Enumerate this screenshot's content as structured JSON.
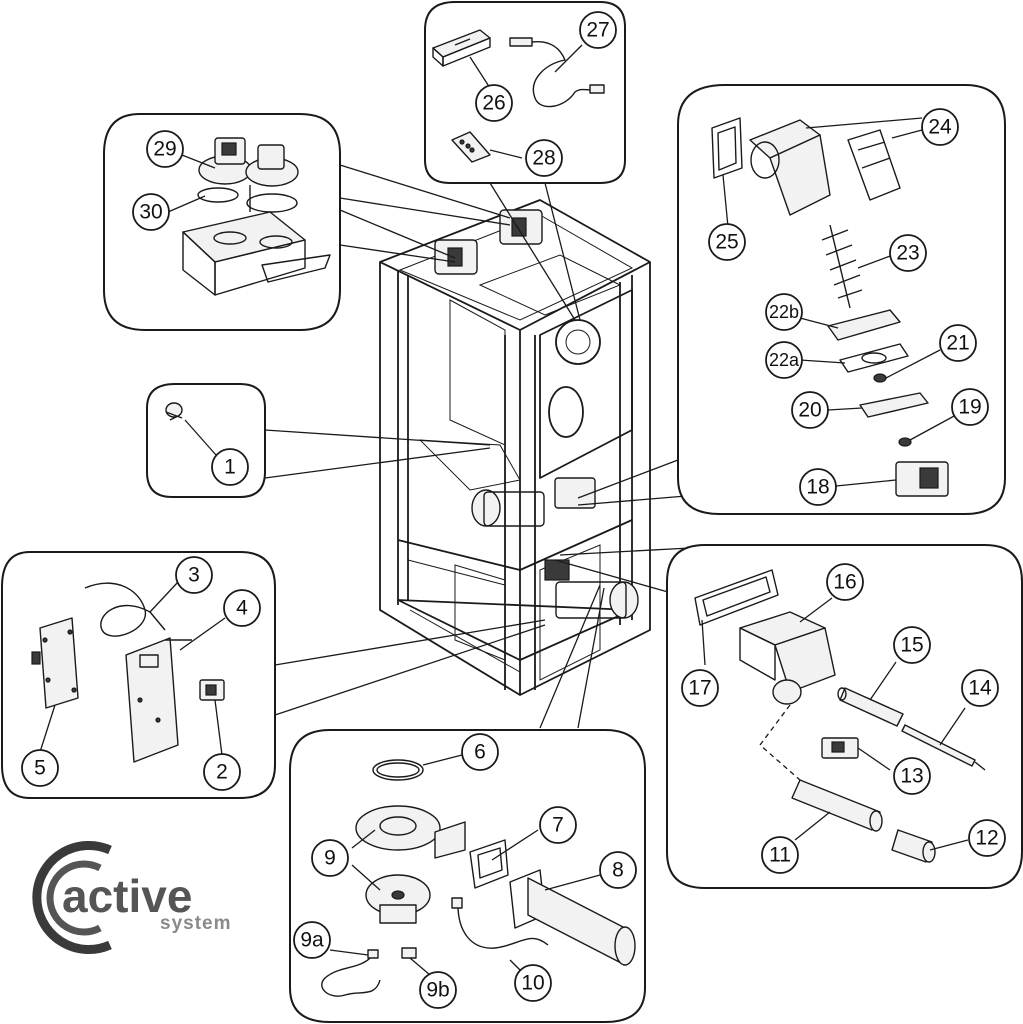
{
  "callouts": [
    {
      "id": "c1",
      "label": "1"
    },
    {
      "id": "c2",
      "label": "2"
    },
    {
      "id": "c3",
      "label": "3"
    },
    {
      "id": "c4",
      "label": "4"
    },
    {
      "id": "c5",
      "label": "5"
    },
    {
      "id": "c6",
      "label": "6"
    },
    {
      "id": "c7",
      "label": "7"
    },
    {
      "id": "c8",
      "label": "8"
    },
    {
      "id": "c9",
      "label": "9"
    },
    {
      "id": "c9a",
      "label": "9a"
    },
    {
      "id": "c9b",
      "label": "9b"
    },
    {
      "id": "c10",
      "label": "10"
    },
    {
      "id": "c11",
      "label": "11"
    },
    {
      "id": "c12",
      "label": "12"
    },
    {
      "id": "c13",
      "label": "13"
    },
    {
      "id": "c14",
      "label": "14"
    },
    {
      "id": "c15",
      "label": "15"
    },
    {
      "id": "c16",
      "label": "16"
    },
    {
      "id": "c17",
      "label": "17"
    },
    {
      "id": "c18",
      "label": "18"
    },
    {
      "id": "c19",
      "label": "19"
    },
    {
      "id": "c20",
      "label": "20"
    },
    {
      "id": "c21",
      "label": "21"
    },
    {
      "id": "c22a",
      "label": "22a"
    },
    {
      "id": "c22b",
      "label": "22b"
    },
    {
      "id": "c23",
      "label": "23"
    },
    {
      "id": "c24",
      "label": "24"
    },
    {
      "id": "c25",
      "label": "25"
    },
    {
      "id": "c26",
      "label": "26"
    },
    {
      "id": "c27",
      "label": "27"
    },
    {
      "id": "c28",
      "label": "28"
    },
    {
      "id": "c29",
      "label": "29"
    },
    {
      "id": "c30",
      "label": "30"
    }
  ],
  "logo": {
    "word": "active",
    "sub": "system"
  },
  "colors": {
    "line": "#1a1a1a",
    "logo_dark": "#555555",
    "logo_light": "#8a8a8a"
  }
}
